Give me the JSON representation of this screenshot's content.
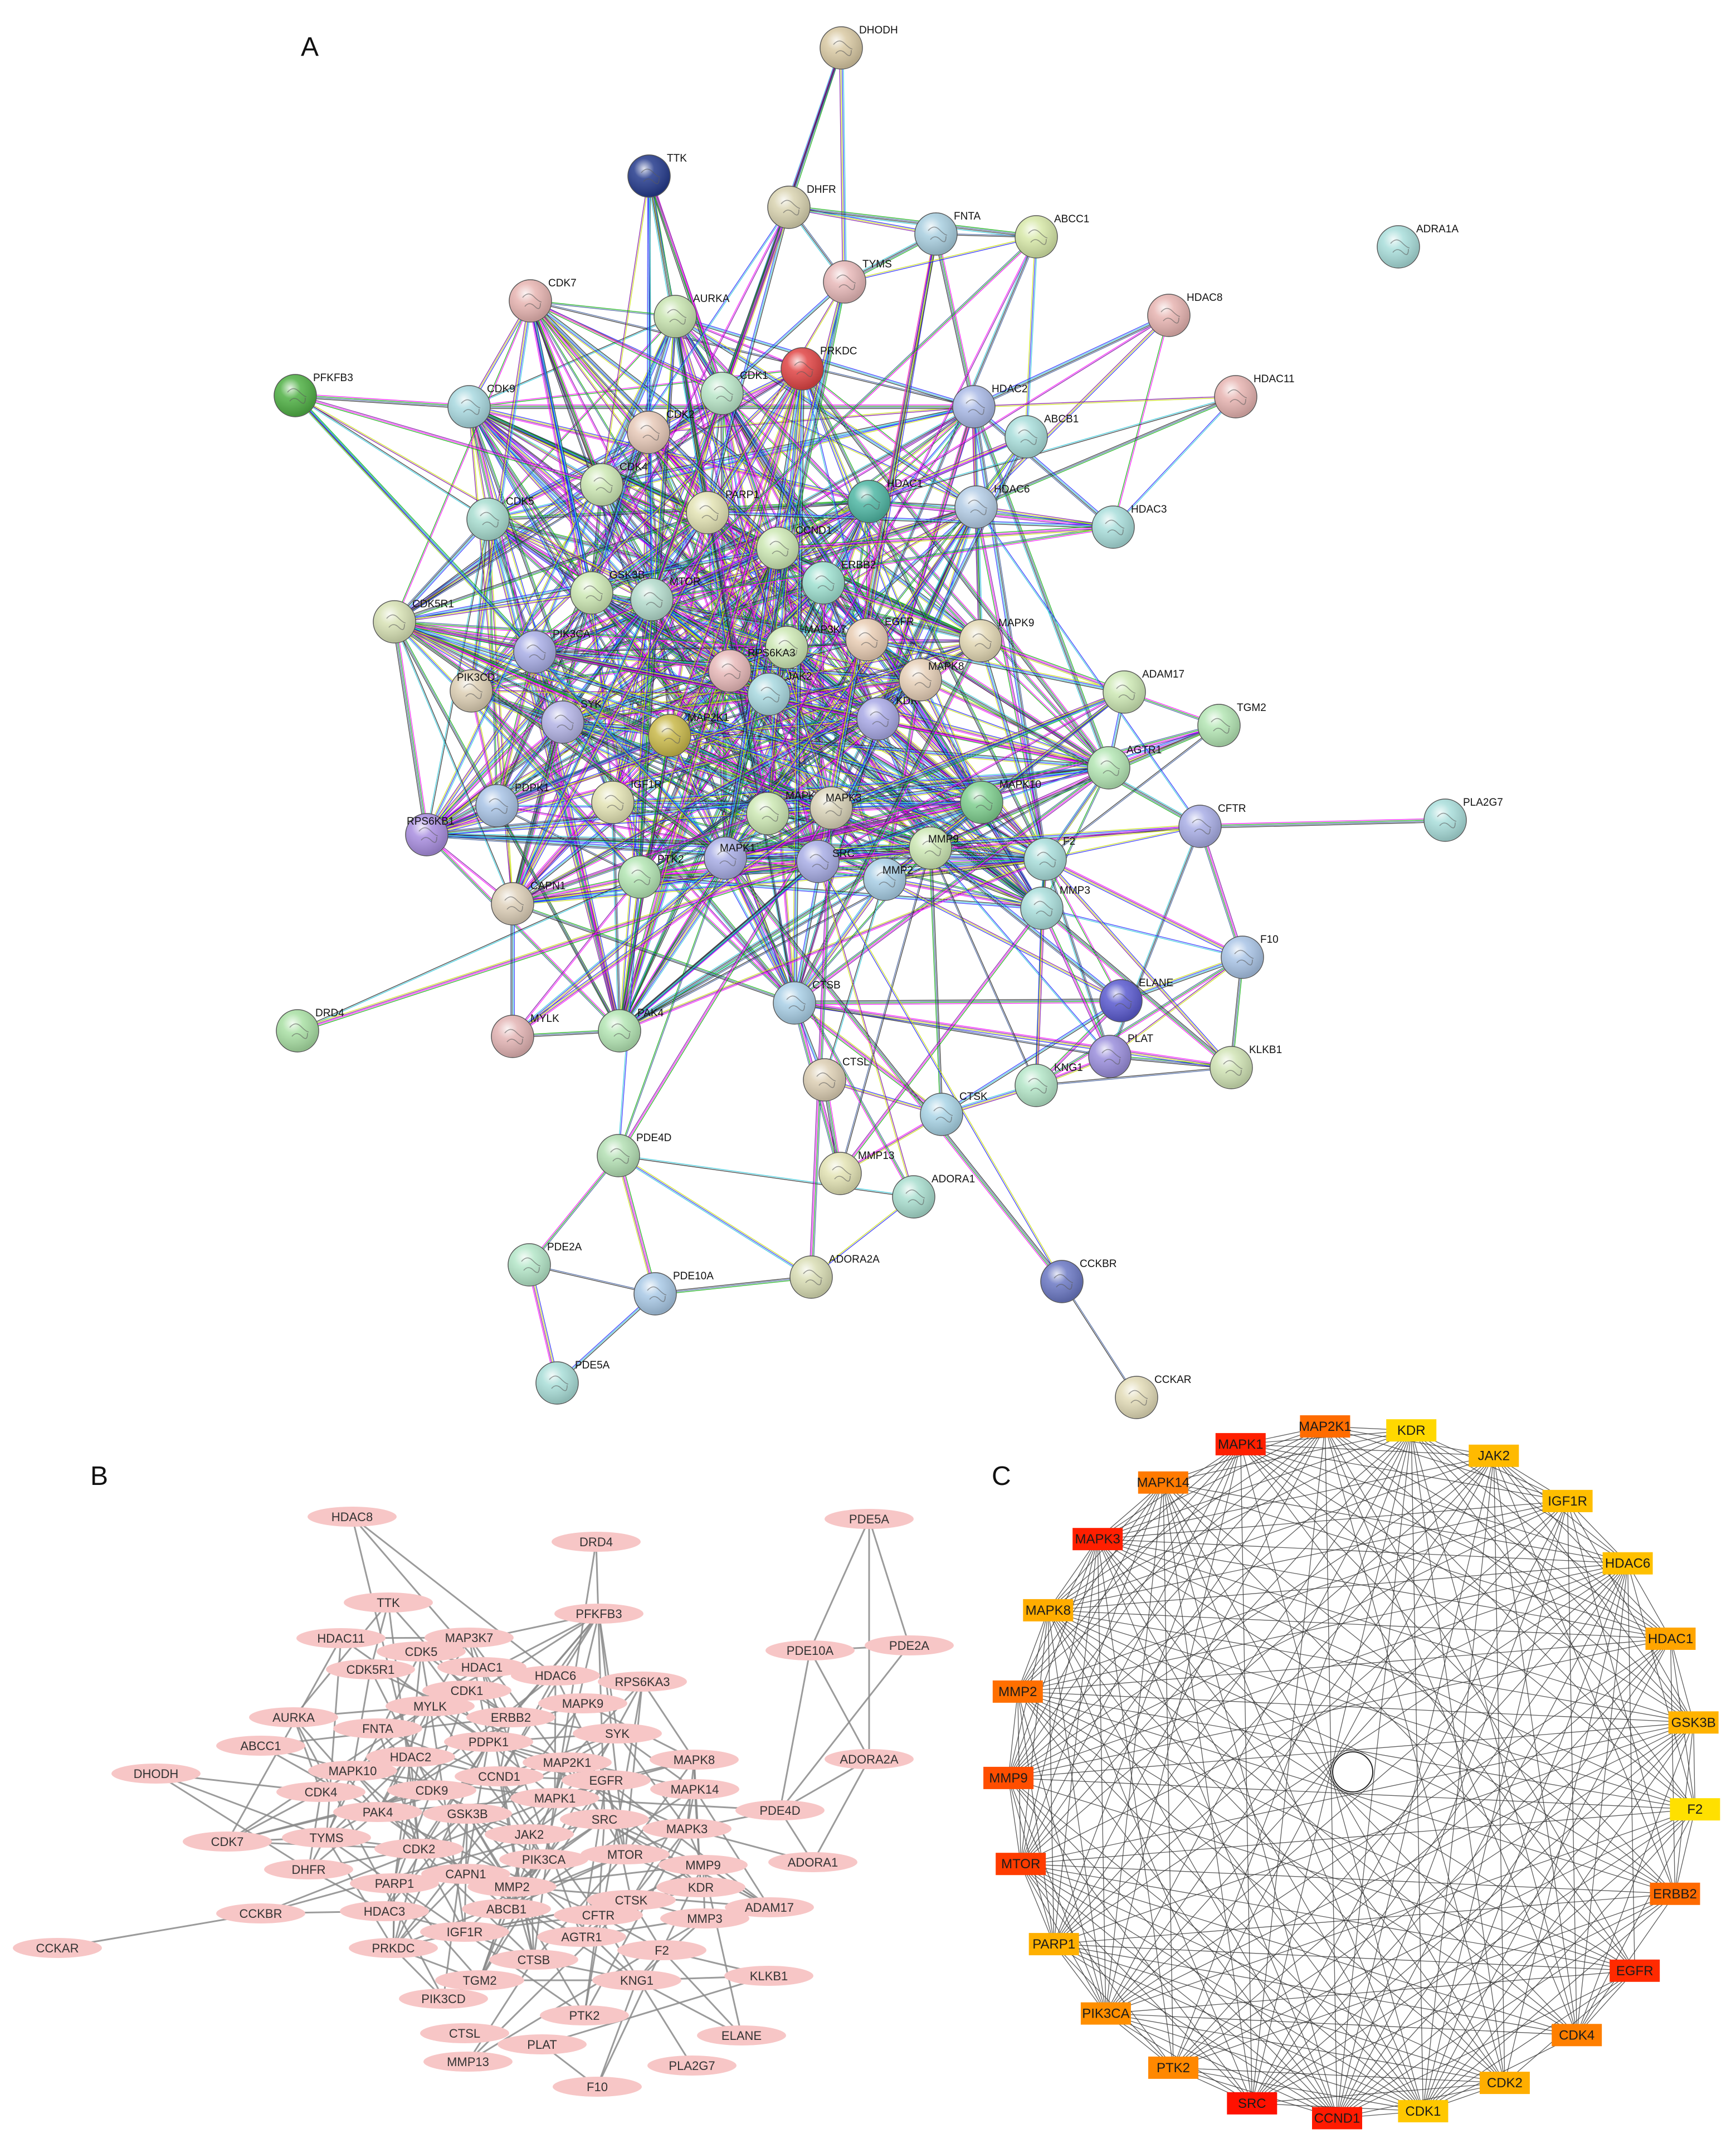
{
  "panels": {
    "a": {
      "letter": "A",
      "nodes": [
        {
          "name": "DHODH",
          "color": "#d9c9a3"
        },
        {
          "name": "TTK",
          "color": "#243a8c"
        },
        {
          "name": "DHFR",
          "color": "#d9d3b0"
        },
        {
          "name": "FNTA",
          "color": "#a9cfe0"
        },
        {
          "name": "ABCC1",
          "color": "#d7e8a8"
        },
        {
          "name": "TYMS",
          "color": "#e8b9b9"
        },
        {
          "name": "ADRA1A",
          "color": "#a9dedb"
        },
        {
          "name": "CDK7",
          "color": "#e7b4b1"
        },
        {
          "name": "AURKA",
          "color": "#c8e4b0"
        },
        {
          "name": "HDAC8",
          "color": "#e7b4b1"
        },
        {
          "name": "PRKDC",
          "color": "#e04444"
        },
        {
          "name": "HDAC11",
          "color": "#e7b4b1"
        },
        {
          "name": "PFKFB3",
          "color": "#4fb044"
        },
        {
          "name": "CDK9",
          "color": "#a9d9e0"
        },
        {
          "name": "CDK1",
          "color": "#b9e6c8"
        },
        {
          "name": "CDK2",
          "color": "#e7c9b8"
        },
        {
          "name": "HDAC2",
          "color": "#a9b9e6"
        },
        {
          "name": "ABCB1",
          "color": "#a9dedb"
        },
        {
          "name": "CDK4",
          "color": "#cde8b4"
        },
        {
          "name": "CDK5",
          "color": "#a9ded1"
        },
        {
          "name": "PARP1",
          "color": "#e3e3b4"
        },
        {
          "name": "HDAC1",
          "color": "#4fb7a4"
        },
        {
          "name": "HDAC6",
          "color": "#b4cde6"
        },
        {
          "name": "HDAC3",
          "color": "#a9dedb"
        },
        {
          "name": "CCND1",
          "color": "#cde8b4"
        },
        {
          "name": "ERBB2",
          "color": "#9ee0d0"
        },
        {
          "name": "GSK3B",
          "color": "#cde8b4"
        },
        {
          "name": "MTOR",
          "color": "#b4dccd"
        },
        {
          "name": "CDK5R1",
          "color": "#d7e1b4"
        },
        {
          "name": "MAPK9",
          "color": "#e3d8b4"
        },
        {
          "name": "EGFR",
          "color": "#e9cdb4"
        },
        {
          "name": "PIK3CA",
          "color": "#a9aee6"
        },
        {
          "name": "MAP3K7",
          "color": "#cde8b4"
        },
        {
          "name": "JAK2",
          "color": "#a9d9e0"
        },
        {
          "name": "ADAM17",
          "color": "#cde8b4"
        },
        {
          "name": "RPS6KA3",
          "color": "#e8b9b9"
        },
        {
          "name": "PIK3CD",
          "color": "#ddcfb4"
        },
        {
          "name": "SYK",
          "color": "#b4b4e6"
        },
        {
          "name": "MAP2K1",
          "color": "#c9b94a"
        },
        {
          "name": "KDR",
          "color": "#a9a9e6"
        },
        {
          "name": "MAPK8",
          "color": "#e7d0b8"
        },
        {
          "name": "TGM2",
          "color": "#b4e6b4"
        },
        {
          "name": "AGTR1",
          "color": "#b4e6b4"
        },
        {
          "name": "PDPK1",
          "color": "#a9c4e6"
        },
        {
          "name": "IGF1R",
          "color": "#e3e3b4"
        },
        {
          "name": "MAPK14",
          "color": "#cde8b4"
        },
        {
          "name": "MAPK3",
          "color": "#d9d3b8"
        },
        {
          "name": "MAPK10",
          "color": "#7fcf8f"
        },
        {
          "name": "CFTR",
          "color": "#a9aee6"
        },
        {
          "name": "PLA2G7",
          "color": "#a9dedb"
        },
        {
          "name": "RPS6KB1",
          "color": "#a98ee0"
        },
        {
          "name": "SRC",
          "color": "#a9aee6"
        },
        {
          "name": "MMP9",
          "color": "#cde8b4"
        },
        {
          "name": "F2",
          "color": "#a9dedb"
        },
        {
          "name": "MAPK1",
          "color": "#a9aee6"
        },
        {
          "name": "MMP2",
          "color": "#a9cfe6"
        },
        {
          "name": "PTK2",
          "color": "#b4e6b4"
        },
        {
          "name": "MMP3",
          "color": "#a9dedb"
        },
        {
          "name": "CAPN1",
          "color": "#ddcfb8"
        },
        {
          "name": "F10",
          "color": "#a9c4e6"
        },
        {
          "name": "ELANE",
          "color": "#5a5acf"
        },
        {
          "name": "DRD4",
          "color": "#a9e0a4"
        },
        {
          "name": "MYLK",
          "color": "#e3b4b4"
        },
        {
          "name": "PAK4",
          "color": "#b4e6b4"
        },
        {
          "name": "CTSB",
          "color": "#a9cfe6"
        },
        {
          "name": "PLAT",
          "color": "#9a8edc"
        },
        {
          "name": "KLKB1",
          "color": "#d0e3b4"
        },
        {
          "name": "CTSL",
          "color": "#ddcfb4"
        },
        {
          "name": "KNG1",
          "color": "#b4e6c8"
        },
        {
          "name": "CTSK",
          "color": "#a9d4e6"
        },
        {
          "name": "PDE4D",
          "color": "#b4e0b4"
        },
        {
          "name": "MMP13",
          "color": "#e3e3b4"
        },
        {
          "name": "ADORA1",
          "color": "#a9decf"
        },
        {
          "name": "PDE2A",
          "color": "#b4e6c8"
        },
        {
          "name": "PDE10A",
          "color": "#a9c9e6"
        },
        {
          "name": "ADORA2A",
          "color": "#d9ddb4"
        },
        {
          "name": "CCKBR",
          "color": "#6b78c4"
        },
        {
          "name": "PDE5A",
          "color": "#a9ded8"
        },
        {
          "name": "CCKAR",
          "color": "#e3dcb8"
        }
      ]
    },
    "b": {
      "letter": "B",
      "node_color": "#f7c6c6",
      "nodes": [
        "HDAC8",
        "DRD4",
        "PDE5A",
        "TTK",
        "PFKFB3",
        "HDAC11",
        "CDK5",
        "MAP3K7",
        "PDE10A",
        "PDE2A",
        "CDK5R1",
        "HDAC1",
        "HDAC6",
        "RPS6KA3",
        "CDK1",
        "MAPK9",
        "MYLK",
        "ERBB2",
        "AURKA",
        "FNTA",
        "SYK",
        "PDPK1",
        "ABCC1",
        "HDAC2",
        "MAP2K1",
        "MAPK8",
        "ADORA2A",
        "DHODH",
        "MAPK10",
        "CCND1",
        "EGFR",
        "CDK4",
        "CDK9",
        "MAPK14",
        "PAK4",
        "GSK3B",
        "MAPK1",
        "PDE4D",
        "CDK7",
        "TYMS",
        "JAK2",
        "SRC",
        "MAPK3",
        "CDK2",
        "ADORA1",
        "DHFR",
        "PIK3CA",
        "MTOR",
        "CAPN1",
        "MMP9",
        "PARP1",
        "MMP2",
        "KDR",
        "CCKBR",
        "HDAC3",
        "ABCB1",
        "CTSK",
        "ADAM17",
        "CFTR",
        "MMP3",
        "CCKAR",
        "PRKDC",
        "AGTR1",
        "IGF1R",
        "F2",
        "CTSB",
        "TGM2",
        "KNG1",
        "KLKB1",
        "PIK3CD",
        "PTK2",
        "CTSL",
        "PLAT",
        "ELANE",
        "MMP13",
        "F10",
        "PLA2G7"
      ]
    },
    "c": {
      "letter": "C",
      "nodes": [
        {
          "name": "KDR",
          "color": "#ffd800"
        },
        {
          "name": "JAK2",
          "color": "#ffba00"
        },
        {
          "name": "IGF1R",
          "color": "#ffbe00"
        },
        {
          "name": "HDAC6",
          "color": "#ffc000"
        },
        {
          "name": "HDAC1",
          "color": "#ffa500"
        },
        {
          "name": "GSK3B",
          "color": "#ffb300"
        },
        {
          "name": "F2",
          "color": "#ffe000"
        },
        {
          "name": "ERBB2",
          "color": "#ff6a00"
        },
        {
          "name": "EGFR",
          "color": "#ff2a00"
        },
        {
          "name": "CDK4",
          "color": "#ff7f00"
        },
        {
          "name": "CDK2",
          "color": "#ffae00"
        },
        {
          "name": "CDK1",
          "color": "#ffc800"
        },
        {
          "name": "CCND1",
          "color": "#ff1a00"
        },
        {
          "name": "SRC",
          "color": "#ff1100"
        },
        {
          "name": "PTK2",
          "color": "#ff8800"
        },
        {
          "name": "PIK3CA",
          "color": "#ff8f00"
        },
        {
          "name": "PARP1",
          "color": "#ffb000"
        },
        {
          "name": "MTOR",
          "color": "#ff3c00"
        },
        {
          "name": "MMP9",
          "color": "#ff4e00"
        },
        {
          "name": "MMP2",
          "color": "#ff6f00"
        },
        {
          "name": "MAPK8",
          "color": "#ffad00"
        },
        {
          "name": "MAPK3",
          "color": "#ff1f00"
        },
        {
          "name": "MAPK14",
          "color": "#ff7a00"
        },
        {
          "name": "MAPK1",
          "color": "#ff2000"
        },
        {
          "name": "MAP2K1",
          "color": "#ff6c00"
        }
      ]
    }
  }
}
